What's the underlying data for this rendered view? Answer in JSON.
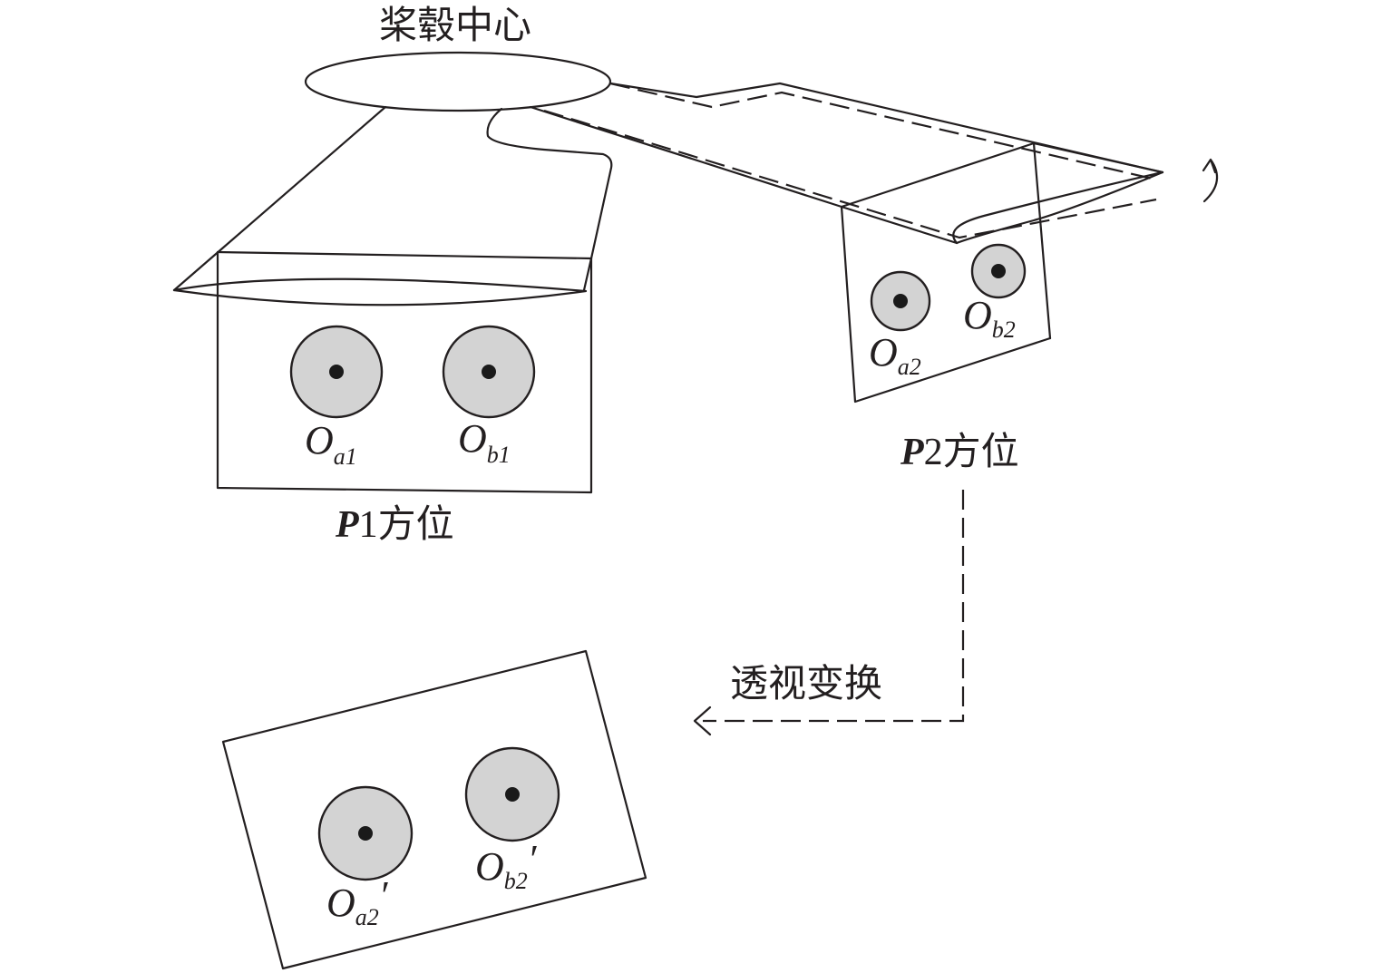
{
  "labels": {
    "hub_center": "桨毂中心",
    "p1": {
      "letter": "P",
      "number": "1",
      "text": "方位"
    },
    "p2": {
      "letter": "P",
      "number": "2",
      "text": "方位"
    },
    "transform": "透视变换"
  },
  "points": {
    "oa1": {
      "letter": "O",
      "sub": "a1",
      "prime": ""
    },
    "ob1": {
      "letter": "O",
      "sub": "b1",
      "prime": ""
    },
    "oa2": {
      "letter": "O",
      "sub": "a2",
      "prime": ""
    },
    "ob2": {
      "letter": "O",
      "sub": "b2",
      "prime": ""
    },
    "oa2p": {
      "letter": "O",
      "sub": "a2",
      "prime": "′"
    },
    "ob2p": {
      "letter": "O",
      "sub": "b2",
      "prime": "′"
    }
  },
  "colors": {
    "line": "#231f20",
    "disc_fill": "#d3d3d3",
    "background": "#ffffff"
  }
}
